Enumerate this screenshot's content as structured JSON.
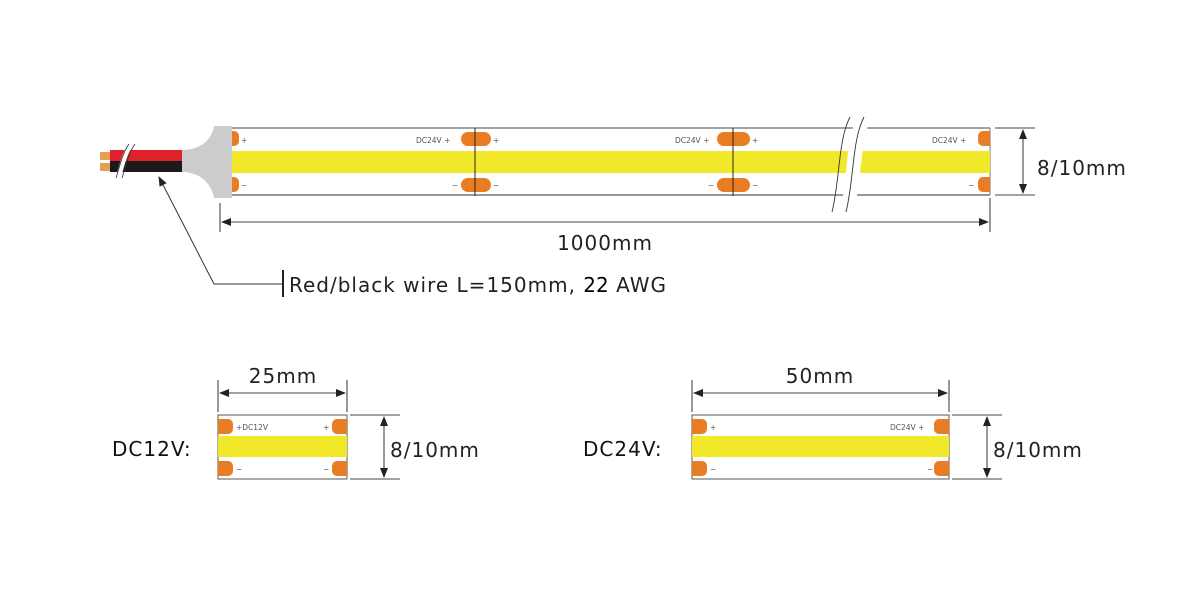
{
  "colors": {
    "led_strip": "#f2e82a",
    "pad": "#e87d24",
    "red_wire": "#e0202a",
    "black_wire": "#1a1a1a",
    "connector": "#cccccc",
    "line": "#555555"
  },
  "main_strip": {
    "length_label": "1000mm",
    "width_label": "8/10mm",
    "cut_labels": [
      "DC24V +",
      "DC24V +",
      "DC24V +"
    ],
    "plus": "+",
    "minus": "−",
    "wire_note_prefix": "Red/black wire L=150mm, ",
    "wire_note_gauge": "22",
    "wire_note_suffix": " AWG"
  },
  "dc12_segment": {
    "label": "DC12V:",
    "length_label": "25mm",
    "width_label": "8/10mm",
    "pad_label": "+DC12V",
    "plus": "+",
    "minus": "−"
  },
  "dc24_segment": {
    "label": "DC24V:",
    "length_label": "50mm",
    "width_label": "8/10mm",
    "pad_label": "DC24V +",
    "plus": "+",
    "minus": "−"
  }
}
